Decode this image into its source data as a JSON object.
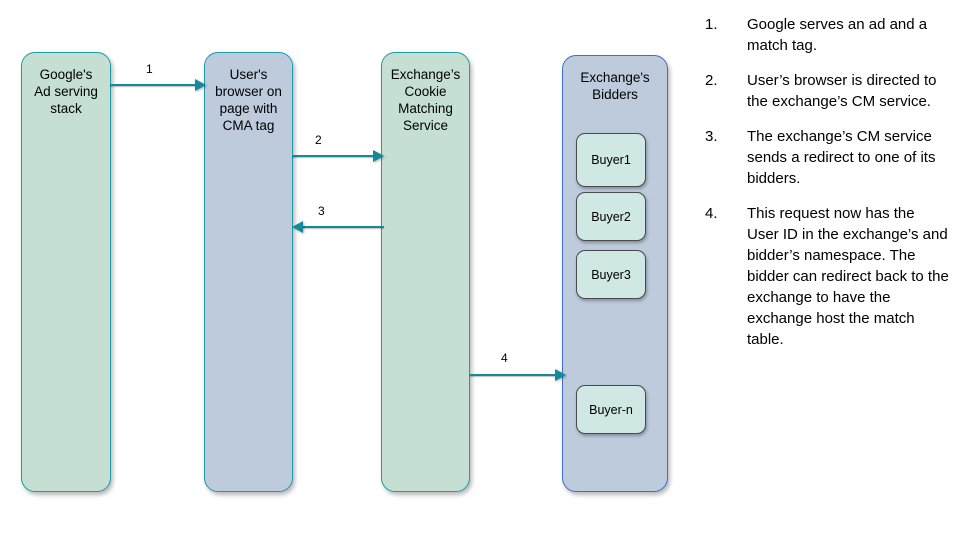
{
  "diagram": {
    "lanes": [
      {
        "id": "google-ad-serving-stack",
        "label": "Google's\nAd serving\nstack",
        "fill": "#c5dfd3",
        "border": "#1f9ba8"
      },
      {
        "id": "user-browser",
        "label": "User's\nbrowser on\npage with\nCMA tag",
        "fill": "#bdcbdd",
        "border": "#1f9ba8"
      },
      {
        "id": "exchange-cookie-matching-service",
        "label": "Exchange’s\nCookie\nMatching\nService",
        "fill": "#c5dfd3",
        "border": "#1f9ba8"
      },
      {
        "id": "exchange-bidders",
        "label": "Exchange's\nBidders",
        "fill": "#bdcbdd",
        "border": "#3f6fc4"
      }
    ],
    "buyers": [
      {
        "label": "Buyer1"
      },
      {
        "label": "Buyer2"
      },
      {
        "label": "Buyer3"
      },
      {
        "label": "Buyer-n"
      }
    ],
    "arrows": [
      {
        "label": "1",
        "from": "google-ad-serving-stack",
        "to": "user-browser",
        "direction": "right"
      },
      {
        "label": "2",
        "from": "user-browser",
        "to": "exchange-cookie-matching-service",
        "direction": "right"
      },
      {
        "label": "3",
        "from": "exchange-cookie-matching-service",
        "to": "user-browser",
        "direction": "left"
      },
      {
        "label": "4",
        "from": "exchange-cookie-matching-service",
        "to": "exchange-bidders",
        "direction": "right"
      }
    ],
    "arrow_color": "#138a9b"
  },
  "legend": {
    "items": [
      {
        "number": "1.",
        "text": "Google serves an ad and a match tag."
      },
      {
        "number": "2.",
        "text": "User’s browser is directed to the exchange’s CM service."
      },
      {
        "number": "3.",
        "text": "The exchange’s CM service sends a redirect to one of its bidders."
      },
      {
        "number": "4.",
        "text": "This request now has the User ID in the exchange’s and bidder’s namespace. The bidder can redirect back to the exchange to have the exchange host the match table."
      }
    ]
  }
}
